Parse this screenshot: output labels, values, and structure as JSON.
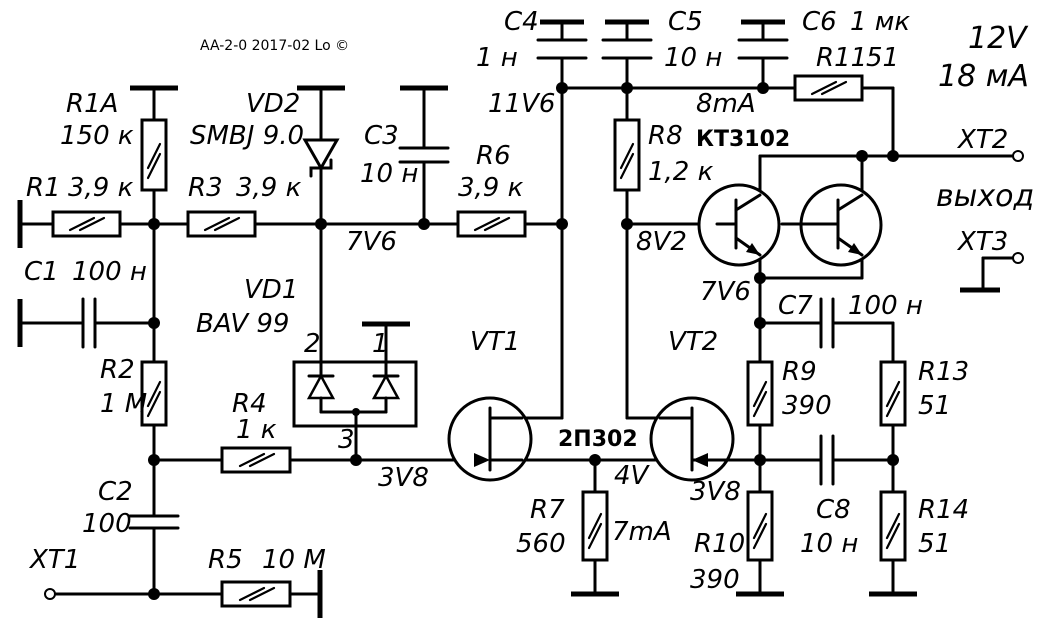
{
  "header": {
    "caption": "AA-2-0 2017-02 Lo ©"
  },
  "supply": {
    "voltage": "12V",
    "current": "18 мА"
  },
  "output": {
    "label": "выход",
    "xt2": "XT2",
    "xt3": "XT3"
  },
  "input": {
    "xt1": "XT1"
  },
  "resistors": {
    "r1": {
      "ref": "R1",
      "value": "3,9 к"
    },
    "r1a": {
      "ref": "R1A",
      "value": "150 к"
    },
    "r2": {
      "ref": "R2",
      "value": "1 М"
    },
    "r3": {
      "ref": "R3",
      "value": "3,9 к"
    },
    "r4": {
      "ref": "R4",
      "value": "1 к"
    },
    "r5": {
      "ref": "R5",
      "value": "10 М"
    },
    "r6": {
      "ref": "R6",
      "value": "3,9 к"
    },
    "r7": {
      "ref": "R7",
      "value": "560"
    },
    "r8": {
      "ref": "R8",
      "value": "1,2 к"
    },
    "r9": {
      "ref": "R9",
      "value": "390"
    },
    "r10": {
      "ref": "R10",
      "value": "390"
    },
    "r11": {
      "ref": "R11",
      "value": "51"
    },
    "r13": {
      "ref": "R13",
      "value": "51"
    },
    "r14": {
      "ref": "R14",
      "value": "51"
    }
  },
  "capacitors": {
    "c1": {
      "ref": "C1",
      "value": "100 н"
    },
    "c2": {
      "ref": "C2",
      "value": "100"
    },
    "c3": {
      "ref": "C3",
      "value": "10 н"
    },
    "c4": {
      "ref": "C4",
      "value": "1 н"
    },
    "c5": {
      "ref": "C5",
      "value": "10 н"
    },
    "c6": {
      "ref": "C6",
      "value": "1 мк"
    },
    "c7": {
      "ref": "C7",
      "value": "100 н"
    },
    "c8": {
      "ref": "C8",
      "value": "10 н"
    }
  },
  "diodes": {
    "vd1": {
      "ref": "VD1",
      "value": "BAV 99",
      "pin1": "1",
      "pin2": "2",
      "pin3": "3"
    },
    "vd2": {
      "ref": "VD2",
      "value": "SMBJ 9.0"
    }
  },
  "transistors": {
    "vt1": {
      "ref": "VT1"
    },
    "vt2": {
      "ref": "VT2"
    },
    "jfet_type": "2П302",
    "bjt_type": "КТ3102"
  },
  "node_labels": {
    "n11v6": "11V6",
    "n8ma": "8mA",
    "n7v6_top": "7V6",
    "n8v2": "8V2",
    "n7v6_emit": "7V6",
    "n3v8_left": "3V8",
    "n4v": "4V",
    "n3v8_right": "3V8",
    "n7ma": "7mA"
  }
}
